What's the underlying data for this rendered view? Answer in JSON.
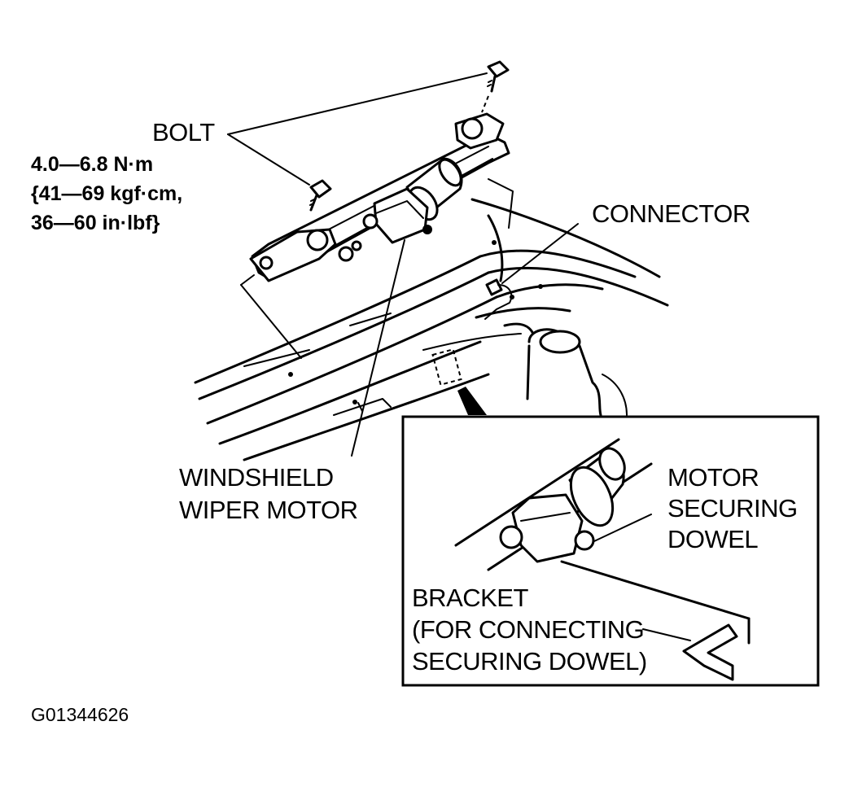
{
  "labels": {
    "bolt": "BOLT",
    "torque_nm": "4.0—6.8 N·m",
    "torque_kgf": "{41—69 kgf·cm,",
    "torque_inlbf": "36—60 in·lbf}",
    "connector": "CONNECTOR",
    "wiper_motor_line1": "WINDSHIELD",
    "wiper_motor_line2": "WIPER MOTOR",
    "dowel_line1": "MOTOR",
    "dowel_line2": "SECURING",
    "dowel_line3": "DOWEL",
    "bracket_line1": "BRACKET",
    "bracket_line2": "(FOR CONNECTING",
    "bracket_line3": "SECURING DOWEL)",
    "figure_code": "G01344626"
  }
}
